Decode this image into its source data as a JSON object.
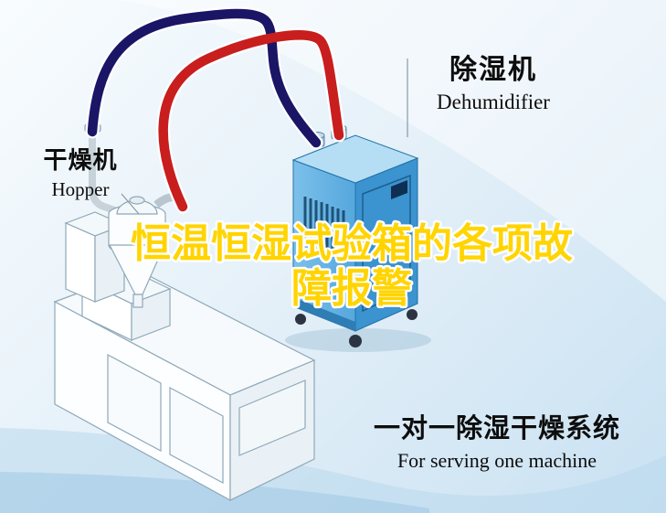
{
  "poster": {
    "headline": {
      "line1": "恒温恒湿试验箱的各项故",
      "line2": "障报警",
      "fill": "#ffd400",
      "outline": "#ffffff"
    },
    "labels": {
      "dehumidifier_zh": "除湿机",
      "dehumidifier_en": "Dehumidifier",
      "hopper_zh": "干燥机",
      "hopper_en": "Hopper",
      "system_zh": "一对一除湿干燥系统",
      "system_en": "For serving one machine"
    },
    "colors": {
      "background_top": "#f8fcfe",
      "background_bottom": "#c9e1f2",
      "dehumidifier_body": "#4aa3dd",
      "dehumidifier_top": "#b5def4",
      "pipe_blue": "#1b1566",
      "pipe_red": "#c81e1e",
      "headline_yellow": "#ffd400"
    },
    "illustration": {
      "machines": [
        "dehumidifier-unit",
        "hopper-dryer",
        "extruder"
      ],
      "pipes": [
        "blue-return-pipe",
        "red-supply-pipe"
      ]
    }
  }
}
